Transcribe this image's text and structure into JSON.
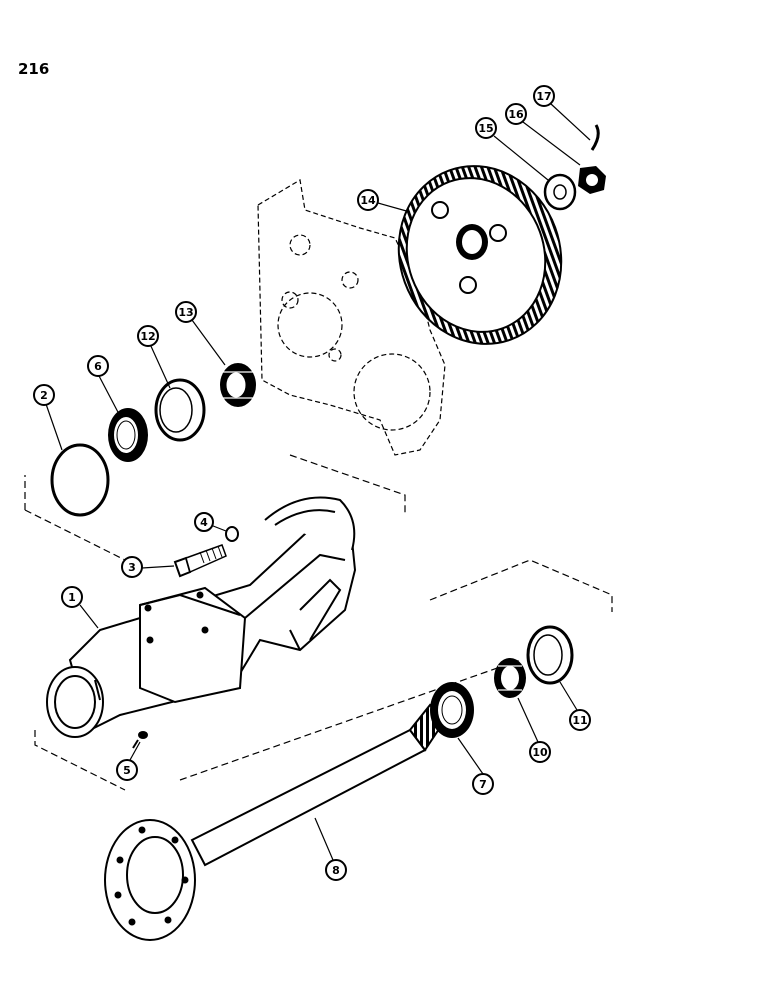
{
  "page": {
    "number": "216"
  },
  "callouts": [
    "1",
    "2",
    "3",
    "4",
    "5",
    "6",
    "7",
    "8",
    "10",
    "11",
    "12",
    "13",
    "14",
    "15",
    "16",
    "17"
  ],
  "colors": {
    "ink": "#000000",
    "paper": "#ffffff",
    "shade": "#555555"
  }
}
